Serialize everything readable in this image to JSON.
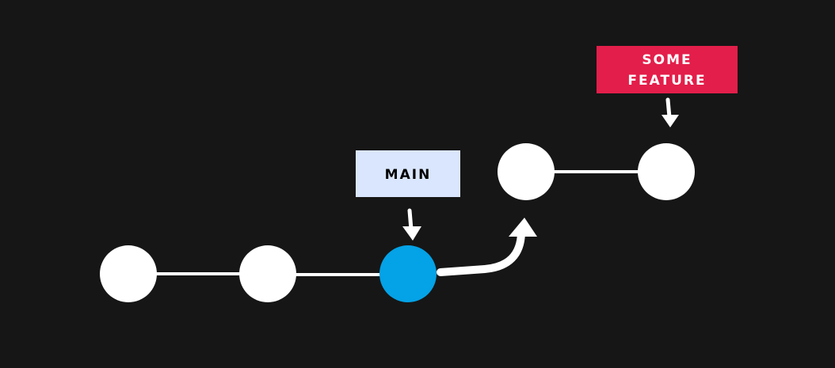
{
  "colors": {
    "background": "#161616",
    "commit": "#ffffff",
    "head_commit": "#04a2e6",
    "connector": "#ffffff",
    "main_label_bg": "#dae6fd",
    "main_label_text": "#000000",
    "feature_label_bg": "#e31e4a",
    "feature_label_text": "#ffffff"
  },
  "branches": {
    "main": {
      "label": "MAIN"
    },
    "feature": {
      "label_line1": "SOME",
      "label_line2": "FEATURE"
    }
  }
}
